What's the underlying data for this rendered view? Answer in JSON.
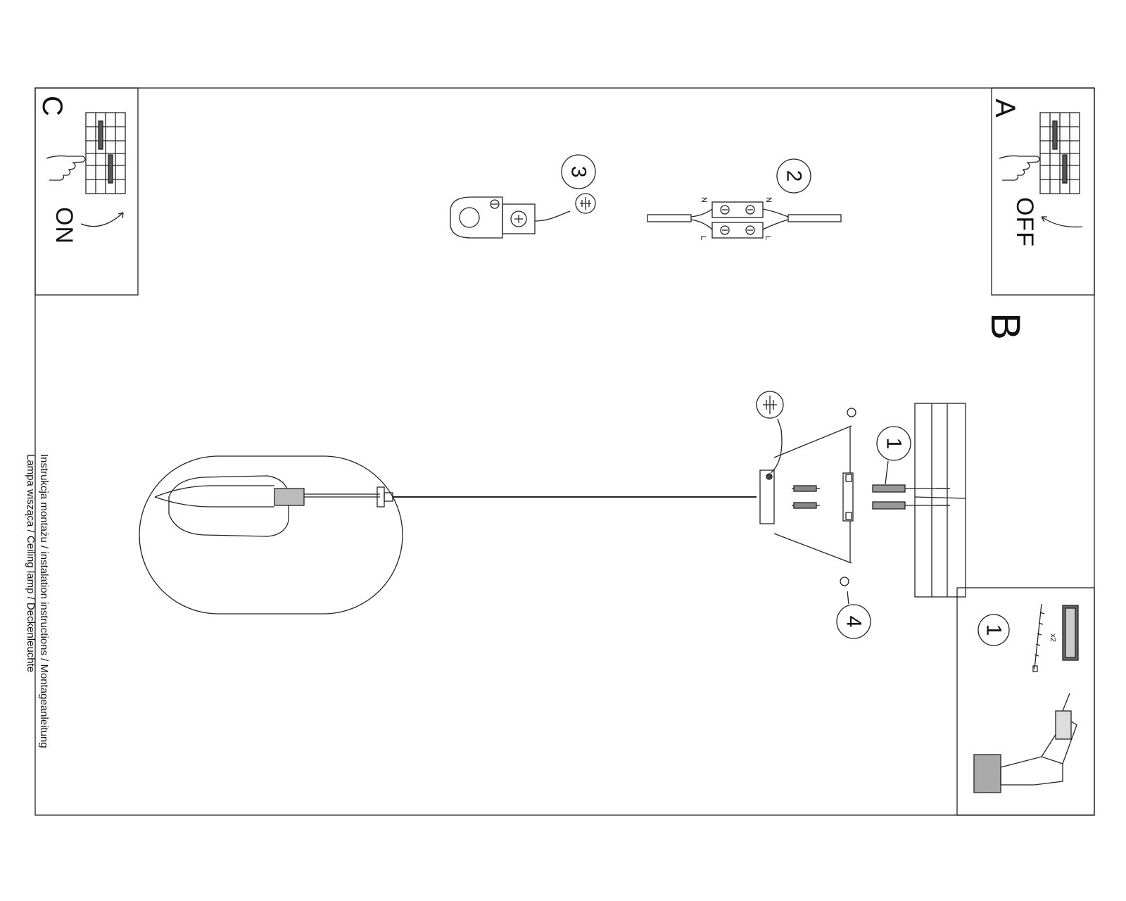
{
  "panels": {
    "a": {
      "letter": "A",
      "status": "OFF"
    },
    "b": {
      "letter": "B"
    },
    "c": {
      "letter": "C",
      "status": "ON"
    }
  },
  "steps": {
    "one": "1",
    "two": "2",
    "three": "3",
    "four": "4"
  },
  "wiring": {
    "n_label": "N",
    "l_label": "L"
  },
  "kit": {
    "quantity": "x2"
  },
  "caption": {
    "line1": "Instrukcja montażu / instalation instructions / Montageanleitung",
    "line2": "Lampa wisząca / Ceiling lamp / Deckenleuchte"
  }
}
